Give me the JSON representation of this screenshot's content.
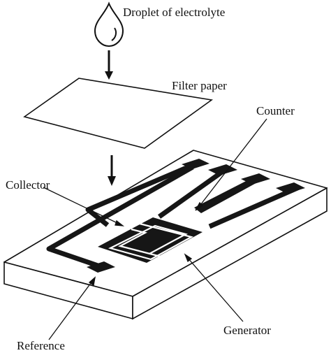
{
  "labels": {
    "droplet": "Droplet of electrolyte",
    "filter_paper": "Filter paper",
    "counter": "Counter",
    "collector": "Collector",
    "generator": "Generator",
    "reference": "Reference"
  },
  "colors": {
    "ink": "#111111",
    "background": "#ffffff",
    "electrode": "#161616"
  }
}
